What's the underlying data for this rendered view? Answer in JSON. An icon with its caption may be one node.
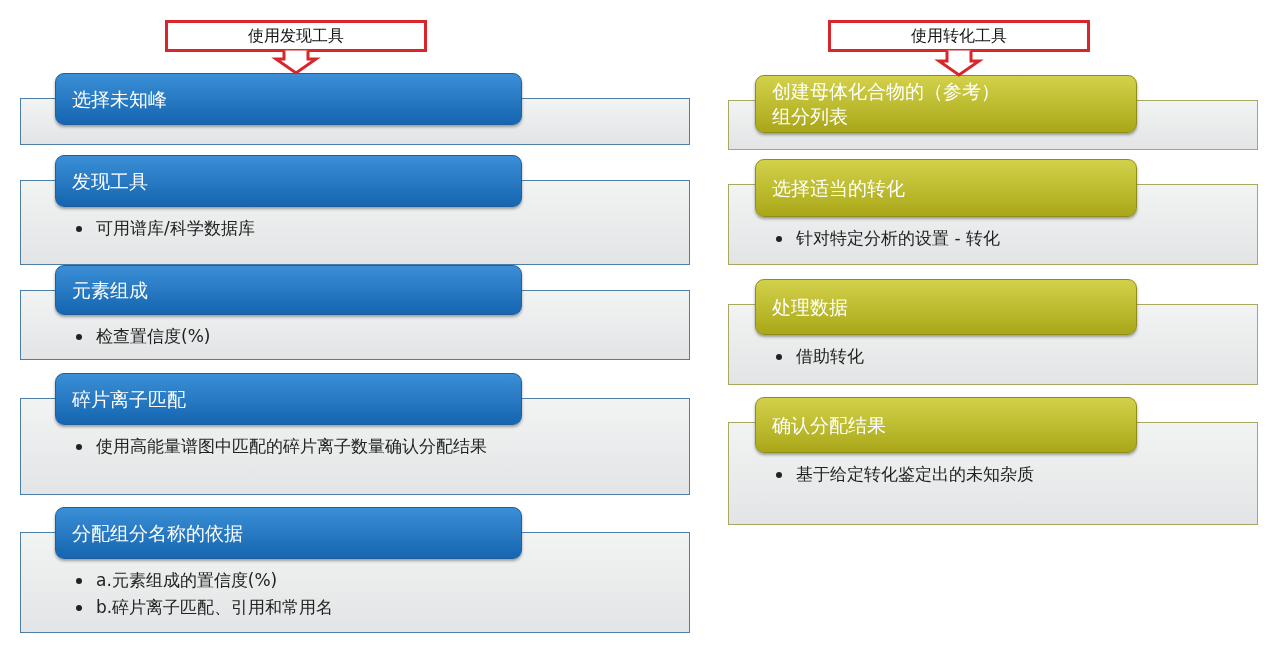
{
  "diagram": {
    "nodes": [
      {
        "text": [
          "使用发现工具"
        ]
      },
      {
        "text": [
          "选择未知峰"
        ]
      },
      {
        "text": [
          "发现工具",
          "可用谱库/科学数据库"
        ]
      },
      {
        "text": [
          "元素组成",
          "检查置信度(%)"
        ]
      },
      {
        "text": [
          "碎片离子匹配",
          "使用高能量谱图中匹配的碎片离子数量确认分配结果"
        ]
      },
      {
        "text": [
          "分配组分名称的依据",
          "a.元素组成的置信度(%)",
          "b.碎片离子匹配、引用和常用名"
        ]
      },
      {
        "text": [
          "使用转化工具"
        ]
      },
      {
        "text": [
          "创建母体化合物的（参考）组分列表"
        ]
      },
      {
        "text": [
          "选择适当的转化",
          "针对特定分析的设置 - 转化"
        ]
      },
      {
        "text": [
          "处理数据",
          "借助转化"
        ]
      },
      {
        "text": [
          "确认分配结果",
          "基于给定转化鉴定出的未知杂质"
        ]
      }
    ],
    "edges": [
      {
        "from": 0,
        "to": 1,
        "arrow": "to"
      },
      {
        "from": 6,
        "to": 7,
        "arrow": "to"
      }
    ]
  }
}
